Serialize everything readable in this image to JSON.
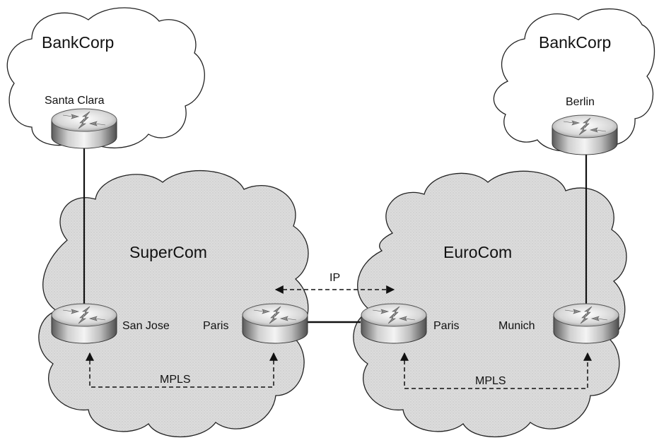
{
  "clouds": {
    "bankcorp_left": "BankCorp",
    "bankcorp_right": "BankCorp",
    "supercom": "SuperCom",
    "eurocom": "EuroCom"
  },
  "routers": {
    "santa_clara": "Santa Clara",
    "berlin": "Berlin",
    "san_jose": "San Jose",
    "paris_supercom": "Paris",
    "paris_eurocom": "Paris",
    "munich": "Munich"
  },
  "links": {
    "ip": "IP",
    "mpls_left": "MPLS",
    "mpls_right": "MPLS"
  }
}
